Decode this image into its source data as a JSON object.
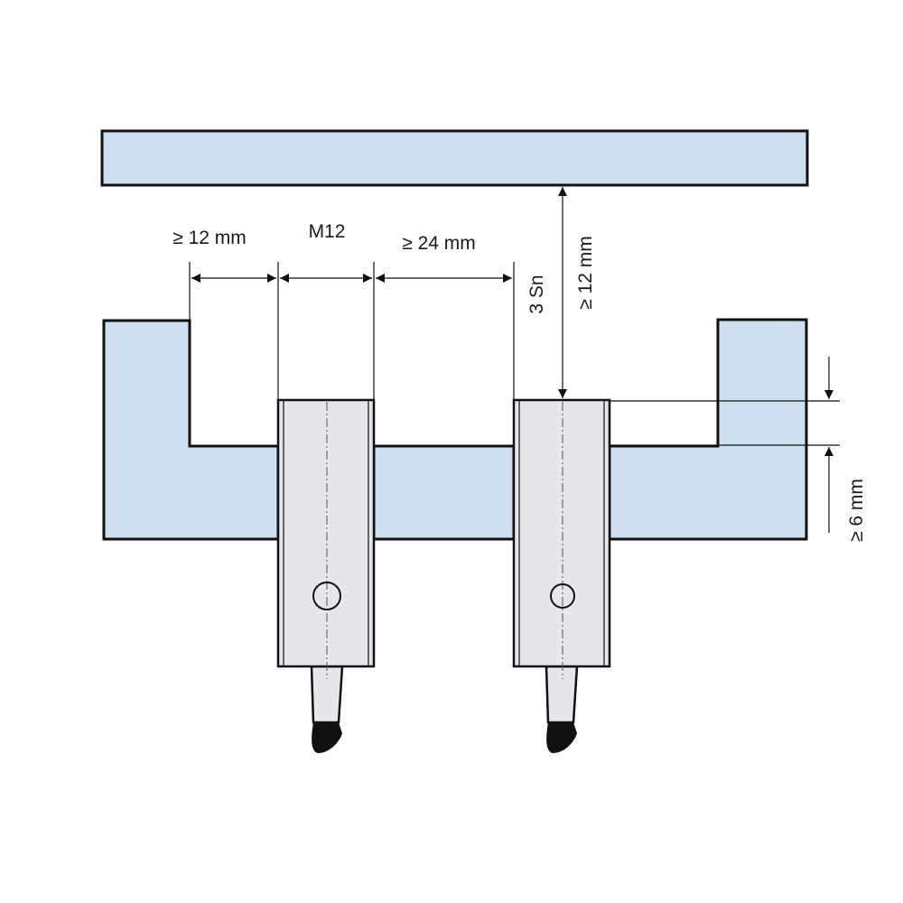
{
  "labels": {
    "min_side_clearance": "≥ 12 mm",
    "thread_size": "M12",
    "min_sensor_spacing": "≥ 24 mm",
    "sensing_distance": "3 Sn",
    "min_target_clearance": "≥ 12 mm",
    "min_protrusion": "≥ 6 mm"
  },
  "colors": {
    "metal_fill": "#cddff0",
    "sensor_fill": "#e6e7ea",
    "outline": "#111111"
  }
}
